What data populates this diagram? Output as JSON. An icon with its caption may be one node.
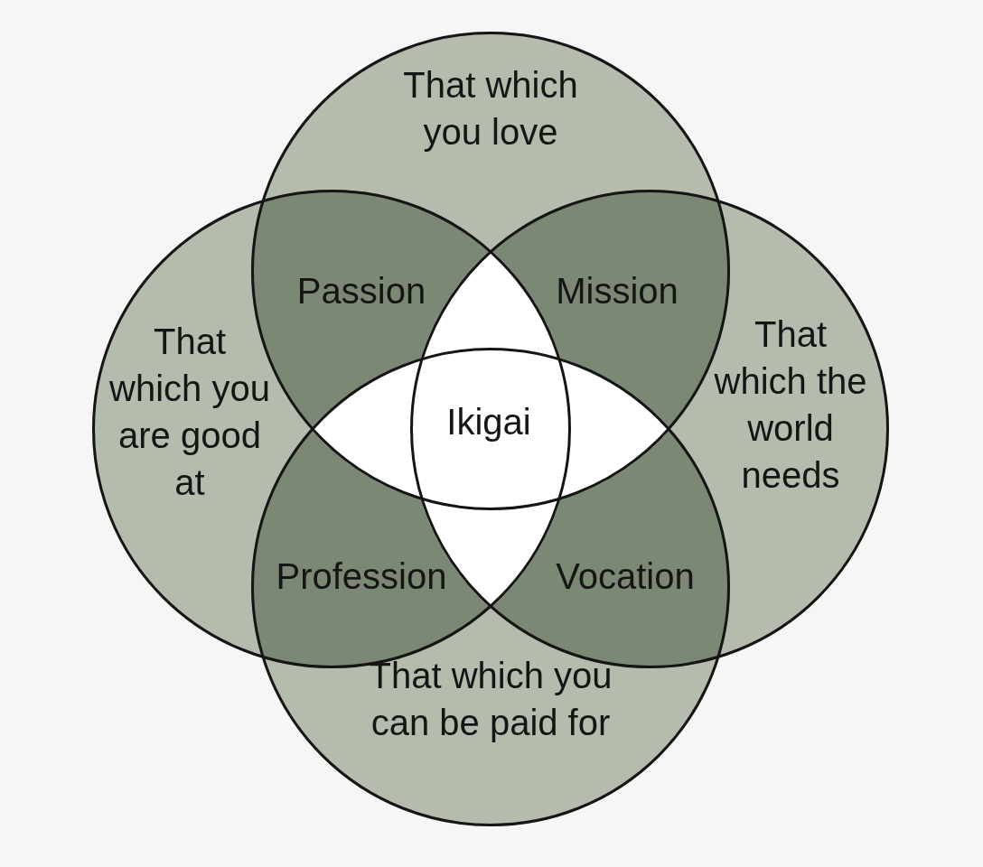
{
  "diagram": {
    "nodes": [
      {
        "text": [
          "That which you love"
        ]
      },
      {
        "text": [
          "That which you are good at"
        ]
      },
      {
        "text": [
          "That which the world needs"
        ]
      },
      {
        "text": [
          "That which you can be paid for"
        ]
      }
    ],
    "edges": [],
    "labels": [
      "Passion",
      "Mission",
      "Ikigai",
      "Profession",
      "Vocation"
    ]
  }
}
